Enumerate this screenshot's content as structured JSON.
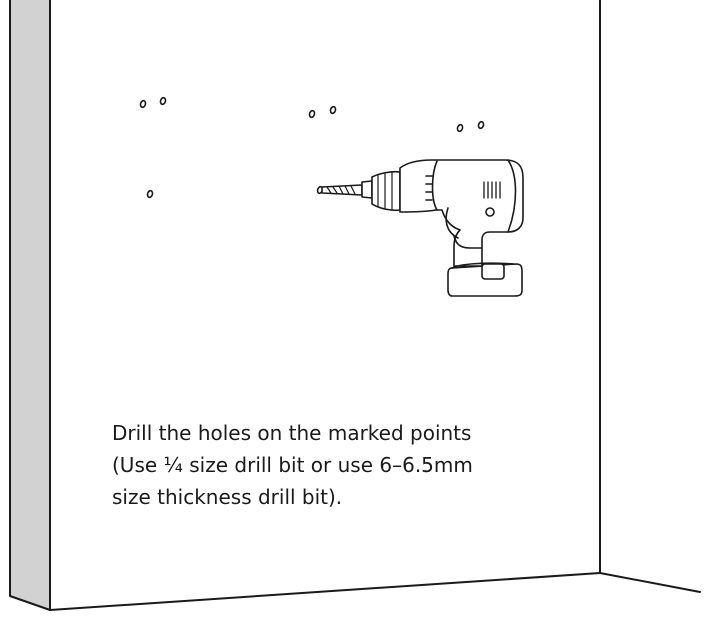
{
  "instruction": {
    "line1": "Drill the holes on the marked points",
    "line2": "(Use ¼ size drill bit or use 6–6.5mm",
    "line3": "size thickness drill bit)."
  },
  "colors": {
    "background": "#ffffff",
    "wall_edge_fill": "#d2d2d2",
    "line": "#1a1a1a"
  },
  "marked_holes": {
    "pairs": 3,
    "singles": 1
  },
  "icons": [
    "drill-icon",
    "hole-mark-icon"
  ]
}
